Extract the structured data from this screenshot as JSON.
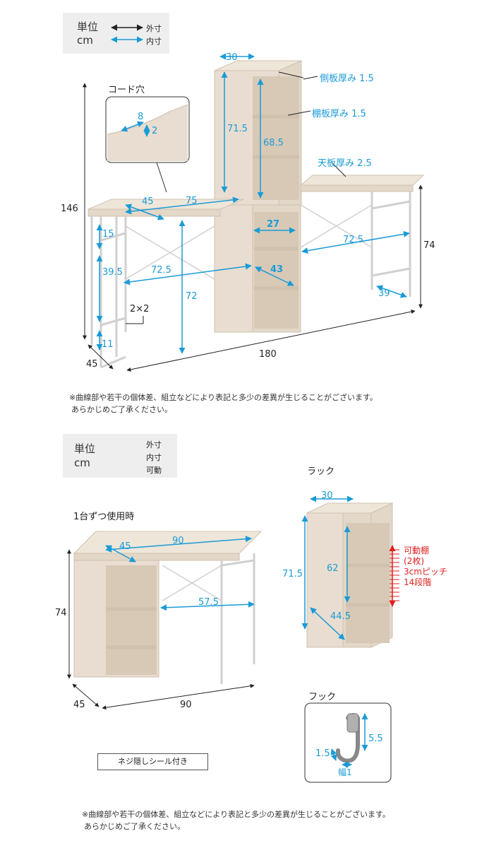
{
  "legend1": {
    "unit_l1": "単位",
    "unit_l2": "cm",
    "outer": "外寸",
    "inner": "内寸"
  },
  "legend2": {
    "unit_l1": "単位",
    "unit_l2": "cm",
    "outer": "外寸",
    "inner": "内寸",
    "movable": "可動"
  },
  "diagram1": {
    "cord_hole_title": "コード穴",
    "cord_w": "8",
    "cord_d": "2",
    "rack_w": "30",
    "side_thick": "側板厚み 1.5",
    "shelf_thick": "棚板厚み 1.5",
    "top_thick": "天板厚み 2.5",
    "rack_h": "71.5",
    "rack_inner_h": "68.5",
    "total_h": "146",
    "desk_d_inner": "45",
    "desk_w_inner": "75",
    "cube_w": "27",
    "cube_diag": "43",
    "right_span": "72.5",
    "right_h": "74",
    "right_d": "39",
    "left_15": "15",
    "left_395": "39.5",
    "left_span": "72.5",
    "under_h": "72",
    "frame": "2×2",
    "foot": "11",
    "depth": "45",
    "total_w": "180"
  },
  "note1": [
    "※曲線部や若干の個体差、組立などにより表記と多少の差異が生じることがございます。",
    "あらかじめご了承ください。"
  ],
  "single_use": {
    "title": "1台ずつ使用時",
    "inner_d": "45",
    "width_top": "90",
    "span": "57.5",
    "height": "74",
    "depth": "45",
    "width": "90"
  },
  "rack": {
    "title": "ラック",
    "w": "30",
    "h": "71.5",
    "inner_h": "62",
    "inner_d": "44.5",
    "movable_lines": [
      "可動棚",
      "(2枚)",
      "3cmピッチ",
      "14段階"
    ]
  },
  "hook": {
    "title": "フック",
    "h": "5.5",
    "d": "1.5",
    "w": "幅1"
  },
  "seal_label": "ネジ隠しシール付き",
  "note2": [
    "※曲線部や若干の個体差、組立などにより表記と多少の差異が生じることがございます。",
    "あらかじめご了承ください。"
  ],
  "colors": {
    "outer_arrow": "#222222",
    "inner_arrow": "#1a9bd7",
    "movable_arrow": "#e02020",
    "wood": "#e8ddd0",
    "wood_dark": "#cfc1b0"
  }
}
